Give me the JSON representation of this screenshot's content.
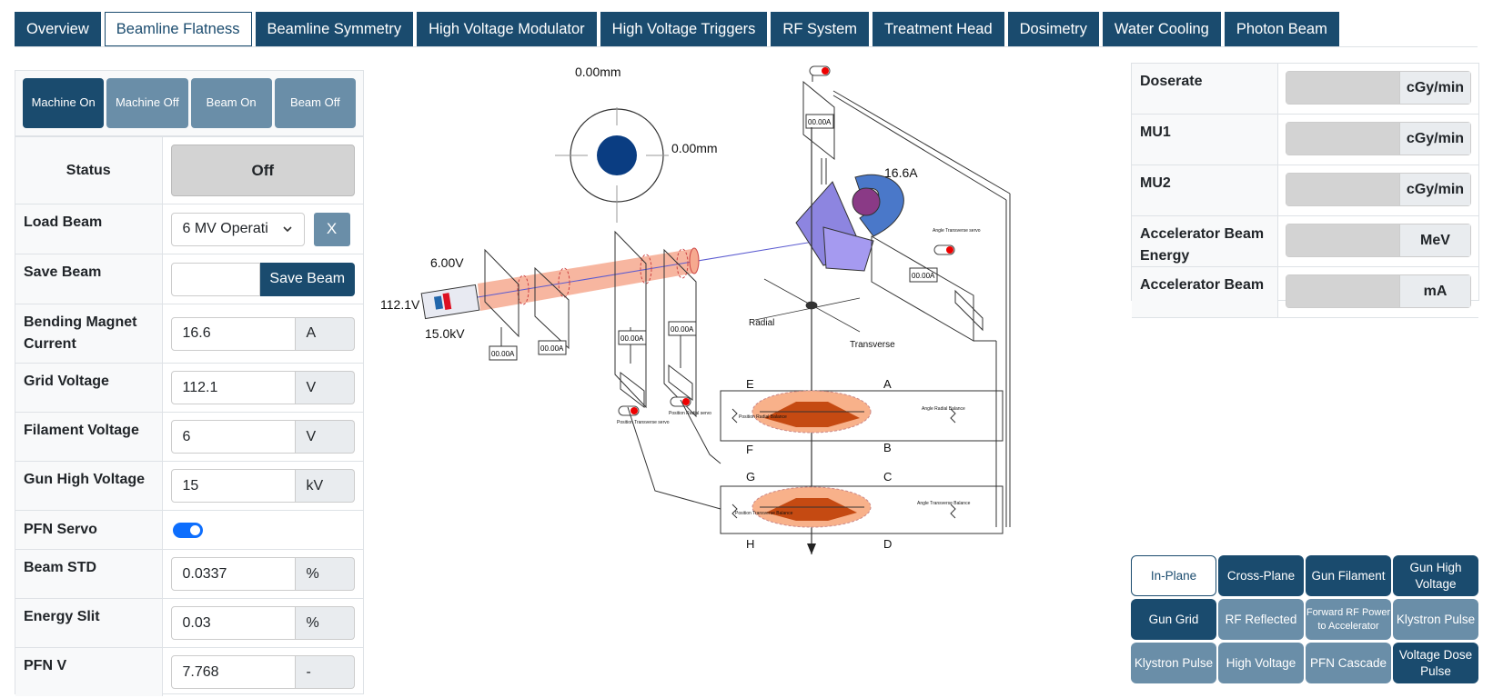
{
  "tabs": [
    {
      "label": "Overview",
      "active": false
    },
    {
      "label": "Beamline Flatness",
      "active": true
    },
    {
      "label": "Beamline Symmetry",
      "active": false
    },
    {
      "label": "High Voltage Modulator",
      "active": false
    },
    {
      "label": "High Voltage Triggers",
      "active": false
    },
    {
      "label": "RF System",
      "active": false
    },
    {
      "label": "Treatment Head",
      "active": false
    },
    {
      "label": "Dosimetry",
      "active": false
    },
    {
      "label": "Water Cooling",
      "active": false
    },
    {
      "label": "Photon Beam",
      "active": false
    }
  ],
  "controls": {
    "machine_on": "Machine On",
    "machine_off": "Machine Off",
    "beam_on": "Beam On",
    "beam_off": "Beam Off"
  },
  "params": {
    "status_label": "Status",
    "status_value": "Off",
    "load_beam_label": "Load Beam",
    "load_beam_value": "6 MV Operati",
    "load_beam_clear": "X",
    "save_beam_label": "Save Beam",
    "save_beam_button": "Save Beam",
    "rows": [
      {
        "label": "Bending Magnet Current",
        "value": "16.6",
        "unit": "A"
      },
      {
        "label": "Grid Voltage",
        "value": "112.1",
        "unit": "V"
      },
      {
        "label": "Filament Voltage",
        "value": "6",
        "unit": "V"
      },
      {
        "label": "Gun High Voltage",
        "value": "15",
        "unit": "kV"
      }
    ],
    "pfn_servo_label": "PFN Servo",
    "rows2": [
      {
        "label": "Beam STD",
        "value": "0.0337",
        "unit": "%"
      },
      {
        "label": "Energy Slit",
        "value": "0.03",
        "unit": "%"
      },
      {
        "label": "PFN V",
        "value": "7.768",
        "unit": "-"
      }
    ]
  },
  "readouts": [
    {
      "label": "Doserate",
      "unit": "cGy/min"
    },
    {
      "label": "MU1",
      "unit": "cGy/min"
    },
    {
      "label": "MU2",
      "unit": "cGy/min"
    },
    {
      "label": "Accelerator Beam Energy",
      "unit": "MeV"
    },
    {
      "label": "Accelerator Beam",
      "unit": "mA"
    }
  ],
  "plot_buttons": [
    {
      "label": "In-Plane",
      "style": "outline"
    },
    {
      "label": "Cross-Plane",
      "style": "dark"
    },
    {
      "label": "Gun Filament",
      "style": "dark"
    },
    {
      "label": "Gun High Voltage",
      "style": "dark"
    },
    {
      "label": "Gun Grid",
      "style": "dark"
    },
    {
      "label": "RF Reflected",
      "style": "light"
    },
    {
      "label": "Forward RF Power to Accelerator",
      "style": "light"
    },
    {
      "label": "Klystron Pulse",
      "style": "light"
    },
    {
      "label": "Klystron Pulse",
      "style": "light"
    },
    {
      "label": "High Voltage",
      "style": "light"
    },
    {
      "label": "PFN Cascade",
      "style": "light"
    },
    {
      "label": "Voltage Dose Pulse",
      "style": "dark"
    }
  ],
  "diagram": {
    "target_y": "0.00mm",
    "target_x": "0.00mm",
    "bend_current": "16.6A",
    "filament_v": "6.00V",
    "grid_v": "112.1V",
    "gun_kv": "15.0kV",
    "current_readout": "00.00A",
    "radial": "Radial",
    "transverse": "Transverse",
    "angle_transverse_servo": "Angle Transverse servo",
    "position_transverse_servo": "Position Transverse servo",
    "position_radial_servo": "Position Radial servo",
    "position_radial_balance": "Position Radial Balance",
    "angle_radial_balance": "Angle Radial Balance",
    "position_transverse_balance": "Position Transverse Balance",
    "angle_transverse_balance": "Angle Transverse Balance",
    "letters": [
      "E",
      "A",
      "F",
      "B",
      "G",
      "C",
      "H",
      "D"
    ]
  }
}
